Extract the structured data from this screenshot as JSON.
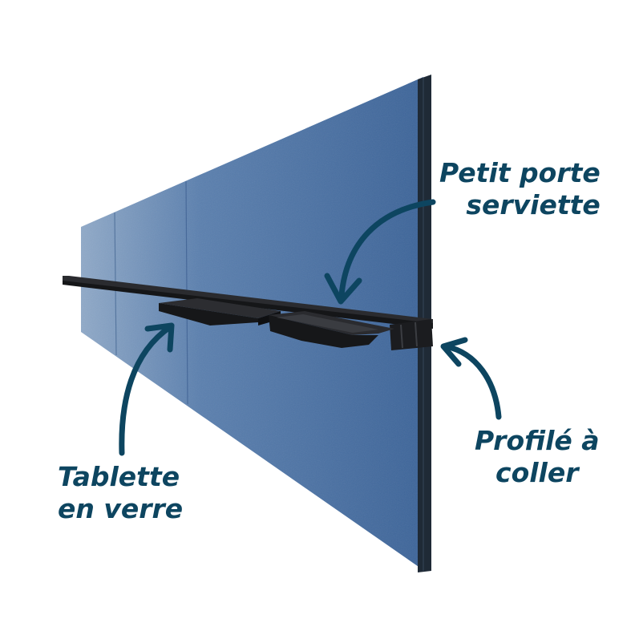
{
  "colors": {
    "panel_face": "#3f6a9e",
    "panel_face_light": "#5f86b3",
    "panel_edge": "#1f2a36",
    "rail": "#1b1c1f",
    "label_text": "#0d4560",
    "arrow": "#0d4560",
    "background": "#ffffff"
  },
  "labels": {
    "petit_porte_serviette": {
      "line1": "Petit porte",
      "line2": "serviette"
    },
    "profile_a_coller": {
      "line1": "Profilé à",
      "line2": "coller"
    },
    "tablette_en_verre": {
      "line1": "Tablette",
      "line2": "en verre"
    }
  },
  "icons": [
    "curved-arrow-icon"
  ]
}
